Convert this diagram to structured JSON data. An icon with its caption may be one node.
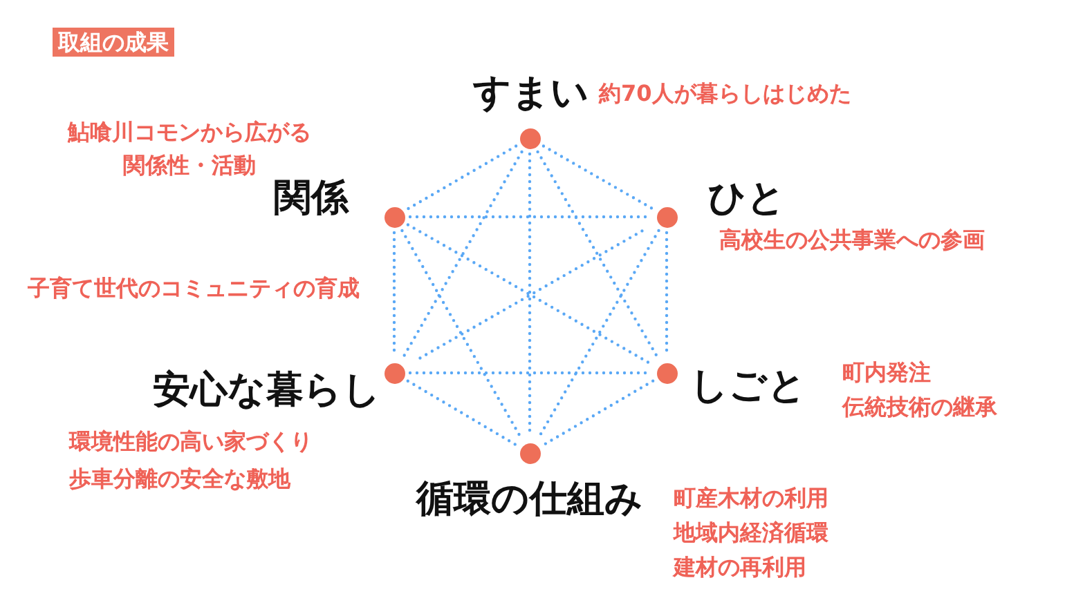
{
  "diagram": {
    "title": "取組の成果",
    "nodes": [
      {
        "text": [
          "すまい"
        ],
        "beside": [
          "約70人が暮らしはじめた"
        ]
      },
      {
        "text": [
          "関係"
        ],
        "beside": [
          "鮎喰川コモンから広がる関係性・活動",
          "子育て世代のコミュニティの育成"
        ]
      },
      {
        "text": [
          "ひと"
        ],
        "beside": [
          "高校生の公共事業への参画"
        ]
      },
      {
        "text": [
          "安心な暮らし"
        ],
        "beside": [
          "環境性能の高い家づくり",
          "歩車分離の安全な敷地"
        ]
      },
      {
        "text": [
          "しごと"
        ],
        "beside": [
          "町内発注",
          "伝統技術の継承"
        ]
      },
      {
        "text": [
          "循環の仕組み"
        ],
        "beside": [
          "町産木材の利用",
          "地域内経済循環",
          "建材の再利用"
        ]
      }
    ],
    "edges": [
      {
        "from": 0,
        "to": 1,
        "arrow": "none"
      },
      {
        "from": 0,
        "to": 2,
        "arrow": "none"
      },
      {
        "from": 0,
        "to": 3,
        "arrow": "none"
      },
      {
        "from": 0,
        "to": 4,
        "arrow": "none"
      },
      {
        "from": 0,
        "to": 5,
        "arrow": "none"
      },
      {
        "from": 1,
        "to": 2,
        "arrow": "none"
      },
      {
        "from": 1,
        "to": 3,
        "arrow": "none"
      },
      {
        "from": 1,
        "to": 4,
        "arrow": "none"
      },
      {
        "from": 1,
        "to": 5,
        "arrow": "none"
      },
      {
        "from": 2,
        "to": 3,
        "arrow": "none"
      },
      {
        "from": 2,
        "to": 4,
        "arrow": "none"
      },
      {
        "from": 2,
        "to": 5,
        "arrow": "none"
      },
      {
        "from": 3,
        "to": 4,
        "arrow": "none"
      },
      {
        "from": 3,
        "to": 5,
        "arrow": "none"
      },
      {
        "from": 4,
        "to": 5,
        "arrow": "none"
      }
    ]
  }
}
